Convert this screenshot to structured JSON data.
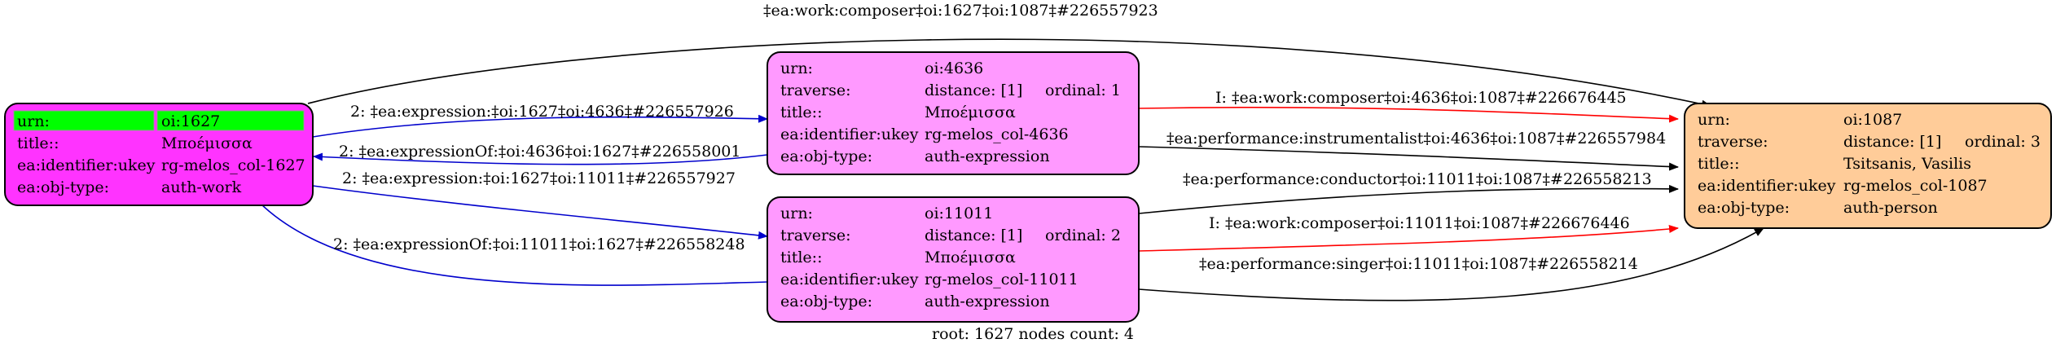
{
  "colors": {
    "work_fill": "#ff33ff",
    "work_highlight": "#00ff00",
    "expression_fill": "#ff99ff",
    "person_fill": "#ffcc99",
    "edge_black": "#000000",
    "edge_blue": "#0000cc",
    "edge_red": "#ff0000"
  },
  "nodes": {
    "work": {
      "rows": [
        {
          "key": "urn:",
          "value": "oi:1627"
        },
        {
          "key": "title::",
          "value": "Μποέμισσα"
        },
        {
          "key": "ea:identifier:ukey",
          "value": "rg-melos_col-1627"
        },
        {
          "key": "ea:obj-type:",
          "value": "auth-work"
        }
      ]
    },
    "expr1": {
      "rows": [
        {
          "key": "urn:",
          "value": "oi:4636",
          "extra": ""
        },
        {
          "key": "traverse:",
          "value": "distance: [1]",
          "extra": "ordinal: 1"
        },
        {
          "key": "title::",
          "value": "Μποέμισσα",
          "extra": ""
        },
        {
          "key": "ea:identifier:ukey",
          "value": "rg-melos_col-4636",
          "extra": ""
        },
        {
          "key": "ea:obj-type:",
          "value": "auth-expression",
          "extra": ""
        }
      ]
    },
    "expr2": {
      "rows": [
        {
          "key": "urn:",
          "value": "oi:11011",
          "extra": ""
        },
        {
          "key": "traverse:",
          "value": "distance: [1]",
          "extra": "ordinal: 2"
        },
        {
          "key": "title::",
          "value": "Μποέμισσα",
          "extra": ""
        },
        {
          "key": "ea:identifier:ukey",
          "value": "rg-melos_col-11011",
          "extra": ""
        },
        {
          "key": "ea:obj-type:",
          "value": "auth-expression",
          "extra": ""
        }
      ]
    },
    "person": {
      "rows": [
        {
          "key": "urn:",
          "value": "oi:1087",
          "extra": ""
        },
        {
          "key": "traverse:",
          "value": "distance: [1]",
          "extra": "ordinal: 3"
        },
        {
          "key": "title::",
          "value": "Tsitsanis, Vasilis",
          "extra": ""
        },
        {
          "key": "ea:identifier:ukey",
          "value": "rg-melos_col-1087",
          "extra": ""
        },
        {
          "key": "ea:obj-type:",
          "value": "auth-person",
          "extra": ""
        }
      ]
    }
  },
  "edges": {
    "work_composer_top": "‡ea:work:composer‡oi:1627‡oi:1087‡#226557923",
    "expression_4636": "2: ‡ea:expression:‡oi:1627‡oi:4636‡#226557926",
    "expression_of_4636": "2: ‡ea:expressionOf:‡oi:4636‡oi:1627‡#226558001",
    "expression_11011": "2: ‡ea:expression:‡oi:1627‡oi:11011‡#226557927",
    "expression_of_11011": "2: ‡ea:expressionOf:‡oi:11011‡oi:1627‡#226558248",
    "composer_4636": "I: ‡ea:work:composer‡oi:4636‡oi:1087‡#226676445",
    "instrumentalist_4636": "‡ea:performance:instrumentalist‡oi:4636‡oi:1087‡#226557984",
    "conductor_11011": "‡ea:performance:conductor‡oi:11011‡oi:1087‡#226558213",
    "composer_11011": "I: ‡ea:work:composer‡oi:11011‡oi:1087‡#226676446",
    "singer_11011": "‡ea:performance:singer‡oi:11011‡oi:1087‡#226558214"
  },
  "footer": "root: 1627 nodes count: 4"
}
